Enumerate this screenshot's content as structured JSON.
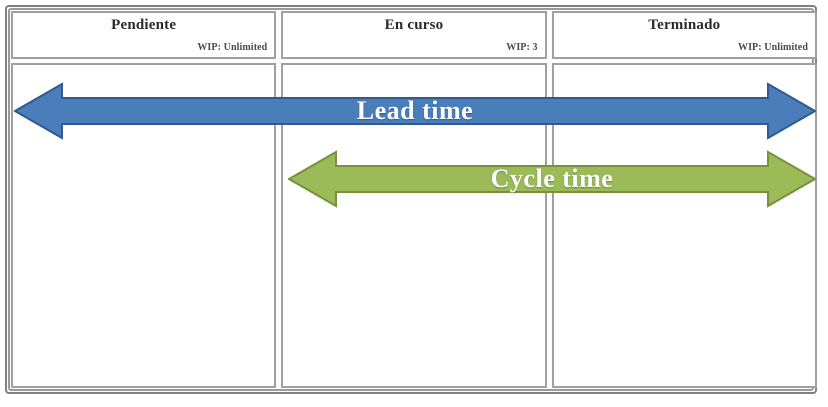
{
  "board": {
    "type": "kanban-board",
    "columns": [
      {
        "title": "Pendiente",
        "wip_label": "WIP: Unlimited"
      },
      {
        "title": "En curso",
        "wip_label": "WIP: 3"
      },
      {
        "title": "Terminado",
        "wip_label": "WIP: Unlimited"
      }
    ]
  },
  "arrows": [
    {
      "id": "lead-time",
      "label": "Lead time",
      "color": "#4A7EBB",
      "outline_color": "#335A8A",
      "spans_columns": [
        "Pendiente",
        "En curso",
        "Terminado"
      ],
      "direction": "double"
    },
    {
      "id": "cycle-time",
      "label": "Cycle time",
      "color": "#9BBB59",
      "outline_color": "#76923C",
      "spans_columns": [
        "En curso",
        "Terminado"
      ],
      "direction": "double"
    }
  ],
  "colors": {
    "frame": "#808080",
    "frame_inner": "#9A9A9A",
    "cell_border": "#A0A0A0",
    "background": "#FFFFFF",
    "title_text": "#2B2B2B",
    "wip_text": "#4A4A4A",
    "arrow_label_text": "#FFFFFF"
  }
}
